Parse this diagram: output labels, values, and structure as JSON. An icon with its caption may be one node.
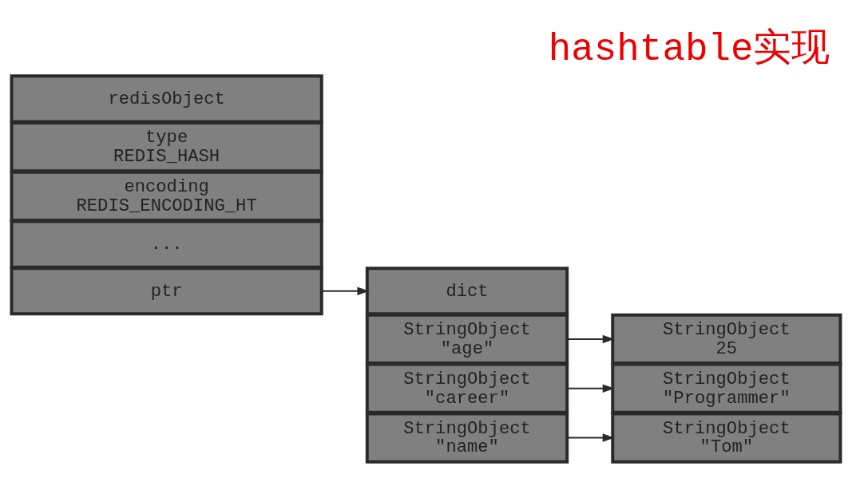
{
  "diagram": {
    "title": "hashtable实现",
    "nodes": [
      {
        "text": [
          "redisObject"
        ]
      },
      {
        "text": [
          "type REDIS_HASH"
        ]
      },
      {
        "text": [
          "encoding REDIS_ENCODING_HT"
        ]
      },
      {
        "text": [
          "ptr"
        ]
      },
      {
        "text": [
          "..."
        ]
      },
      {
        "text": [
          "dict"
        ]
      },
      {
        "text": [
          "StringObject \"age\""
        ]
      },
      {
        "text": [
          "StringObject \"career\""
        ]
      },
      {
        "text": [
          "StringObject \"name\""
        ]
      },
      {
        "text": [
          "StringObject 25"
        ]
      },
      {
        "text": [
          "StringObject \"Programmer\""
        ]
      },
      {
        "text": [
          "StringObject \"Tom\""
        ]
      }
    ],
    "edges": [
      {
        "from": 3,
        "to": 5,
        "arrow": "to"
      },
      {
        "from": 6,
        "to": 9,
        "arrow": "to"
      },
      {
        "from": 7,
        "to": 10,
        "arrow": "to"
      },
      {
        "from": 8,
        "to": 11,
        "arrow": "to"
      }
    ]
  }
}
